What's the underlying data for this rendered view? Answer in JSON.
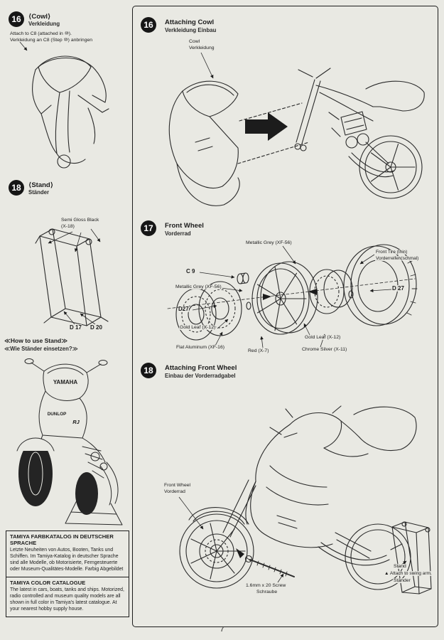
{
  "page": {
    "number": "7"
  },
  "left": {
    "step16": {
      "badge": "16",
      "title": "⟨Cowl⟩",
      "subtitle": "Verkleidung",
      "note_en": "Attach to C8 (attached in ⑩).",
      "note_de": "Verkleidung an C8 (Step ⑩) anbringen"
    },
    "step18": {
      "badge": "18",
      "title": "⟨Stand⟩",
      "subtitle": "Ständer",
      "paint": "Semi Gloss Black (X-18)",
      "part_d17": "D 17",
      "part_d20": "D 20"
    },
    "how_to_stand": {
      "title": "≪How to use Stand≫",
      "subtitle": "≪Wie Ständer einsetzen?≫",
      "decal_yamaha": "YAMAHA",
      "decal_dunlop": "DUNLOP",
      "decal_rj": "RJ"
    },
    "catalog": {
      "de_title": "TAMIYA FARBKATALOG IN DEUTSCHER SPRACHE",
      "de_body": "Letzte Neuheiten von Autos, Booten, Tanks und Schiffen. Im Tamiya-Katalog in deutscher Sprache sind alle Modelle, ob Motorisierte, Ferngesteuerte oder Museum-Qualitätes-Modelle. Farbig Abgebildet",
      "en_title": "TAMIYA COLOR CATALOGUE",
      "en_body": "The latest in cars, boats, tanks and ships. Motorized, radio controlled and museum quality models are all shown in full color in Tamiya's latest catalogue. At your nearest hobby supply house."
    }
  },
  "main": {
    "step16": {
      "badge": "16",
      "title": "Attaching Cowl",
      "subtitle": "Verkleidung Einbau",
      "cowl_en": "Cowl",
      "cowl_de": "Verkleidung"
    },
    "step17": {
      "badge": "17",
      "title": "Front Wheel",
      "subtitle": "Vorderrad",
      "c_metallic_top": "Metallic Grey (XF-56)",
      "c_front_tire": "Front Tire (thin)",
      "c_front_tire_de": "Vorderreifen(schmal)",
      "c_c9": "C 9",
      "c_metallic_left": "Metallic Grey (XF-56)",
      "c_d27_right": "D 27",
      "c_d27_left": "D27",
      "c_gold_left": "Gold Leaf (X-12)",
      "c_flat_alum": "Flat Aluminum (XF-16)",
      "c_red": "Red (X-7)",
      "c_gold_right": "Gold Leaf (X-12)",
      "c_chrome": "Chrome Silver (X-11)"
    },
    "step18": {
      "badge": "18",
      "title": "Attaching Front Wheel",
      "subtitle": "Einbau der Vorderradgabel",
      "front_wheel_en": "Front Wheel",
      "front_wheel_de": "Vorderrad",
      "screw_en": "1.6mm x 20 Screw",
      "screw_de": "Schraube",
      "stand_en": "Stand",
      "stand_note": "▲ Attach to swing arm.",
      "stand_de": "Ständer"
    }
  }
}
